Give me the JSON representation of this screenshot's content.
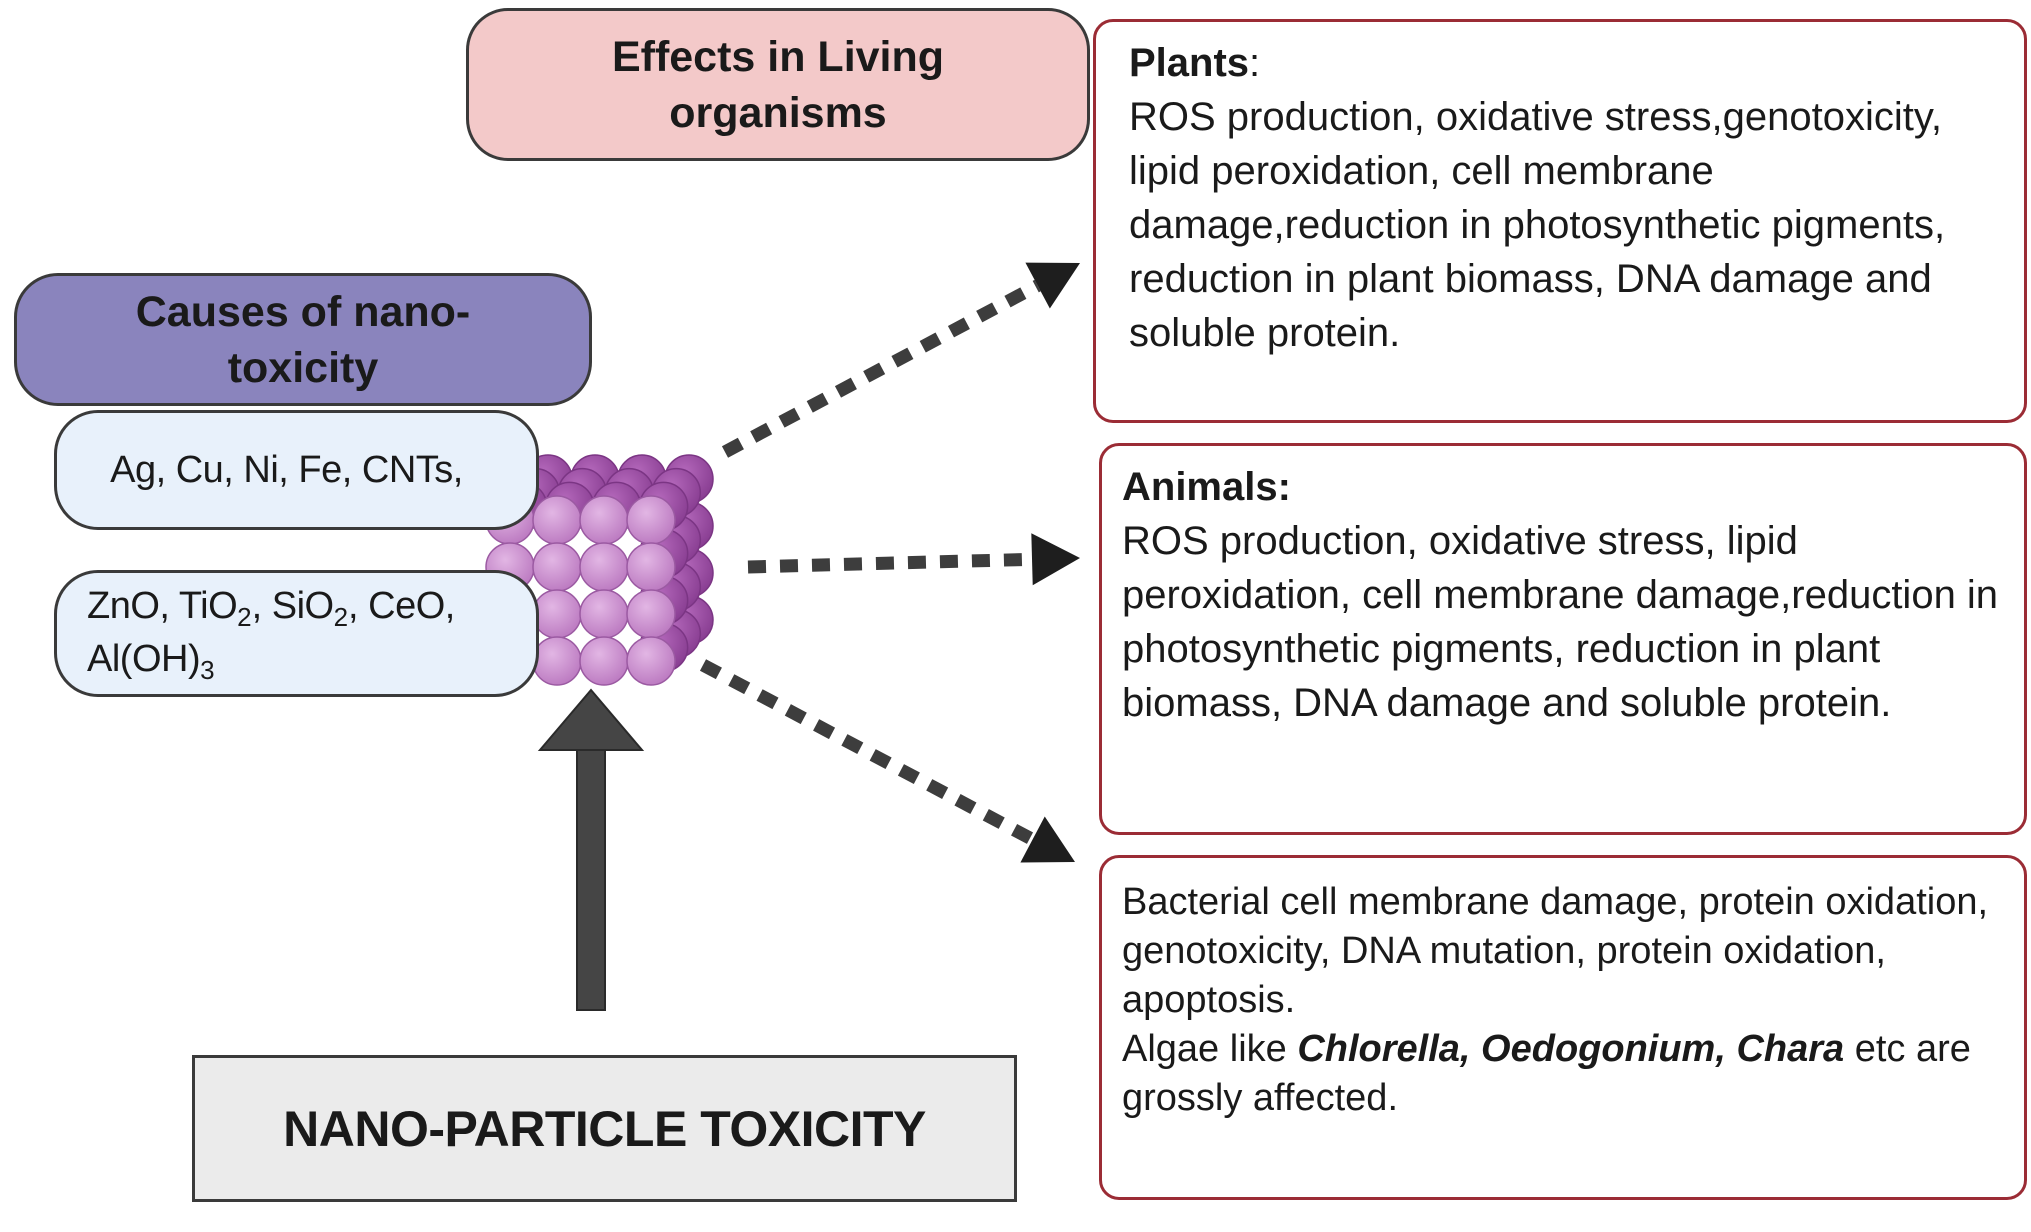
{
  "colors": {
    "effects_title_fill": "#f3c9c9",
    "causes_title_fill": "#8a84bd",
    "cause_pill_fill": "#e8f1fb",
    "effect_border": "#9b2c35",
    "bottom_box_fill": "#ebebeb",
    "arrow": "#3d3d3d",
    "sphere_front": "#cc8fd0",
    "sphere_dark": "#9c4ea5"
  },
  "effects_title": "Effects in Living organisms",
  "causes_title": "Causes of nano-toxicity",
  "causes": {
    "metals": "Ag, Cu, Ni, Fe, CNTs,",
    "oxides": {
      "zno": "ZnO, Ti",
      "tio2_o": "O",
      "sub2a": "2",
      "sio": ", SiO",
      "sub2b": "2",
      "ceo": ", CeO,",
      "aloh": "Al(OH)",
      "sub3": "3"
    }
  },
  "effects": {
    "plants": {
      "heading": "Plants",
      "colon": ":",
      "body": "ROS production, oxidative stress,genotoxicity,  lipid peroxidation, cell membrane damage,reduction in photosynthetic pigments, reduction in plant biomass, DNA damage and soluble protein."
    },
    "animals": {
      "heading": "Animals:",
      "body": "ROS production, oxidative stress, lipid peroxidation, cell membrane damage,reduction in photosynthetic pigments, reduction in plant biomass, DNA damage and soluble protein."
    },
    "microbes": {
      "line1": "Bacterial cell membrane damage, protein oxidation, genotoxicity, DNA mutation, protein oxidation, apoptosis.",
      "algae_prefix": "Algae like ",
      "algae_names": "Chlorella, Oedogonium, Chara",
      "algae_suffix": " etc are grossly affected."
    }
  },
  "bottom_label": "NANO-PARTICLE TOXICITY"
}
